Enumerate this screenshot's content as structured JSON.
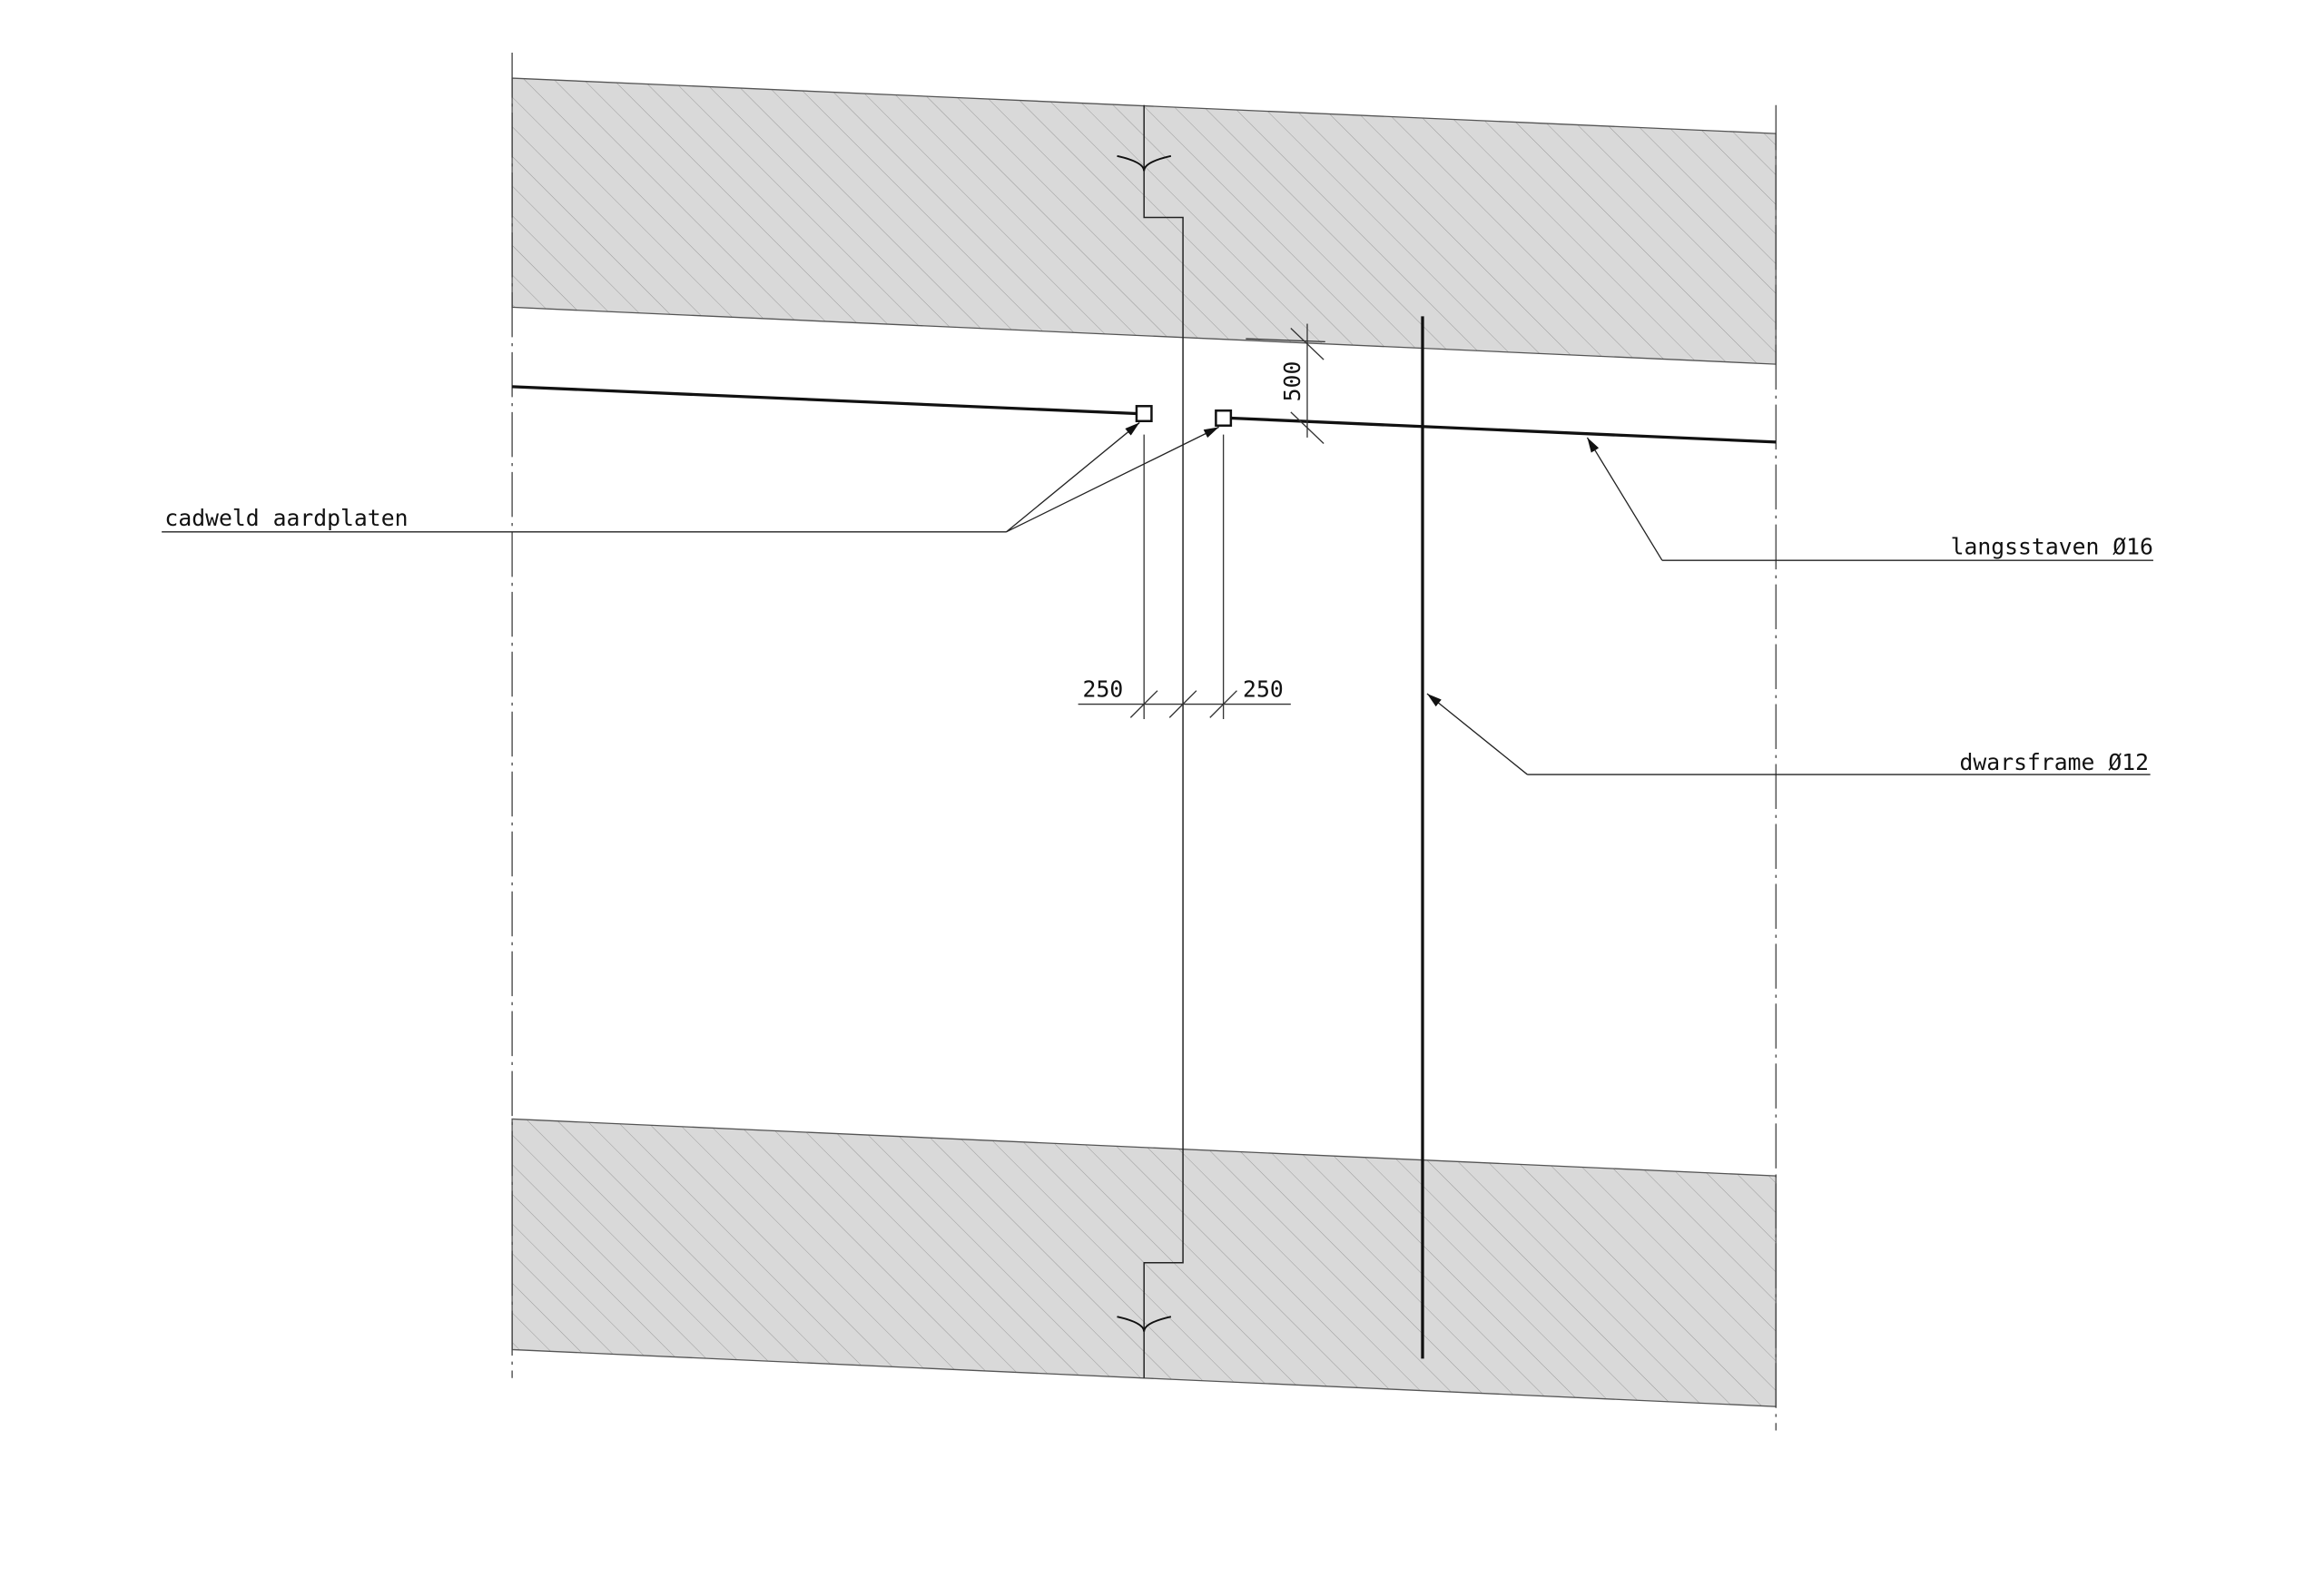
{
  "labels": {
    "cadweld": "cadweld aardplaten",
    "langsstaven": "langsstaven Ø16",
    "dwarsframe": "dwarsframe Ø12"
  },
  "dimensions": {
    "vertical": "500",
    "left": "250",
    "right": "250"
  },
  "colors": {
    "hatch_fill": "#d9d9d9",
    "line": "#111111"
  }
}
